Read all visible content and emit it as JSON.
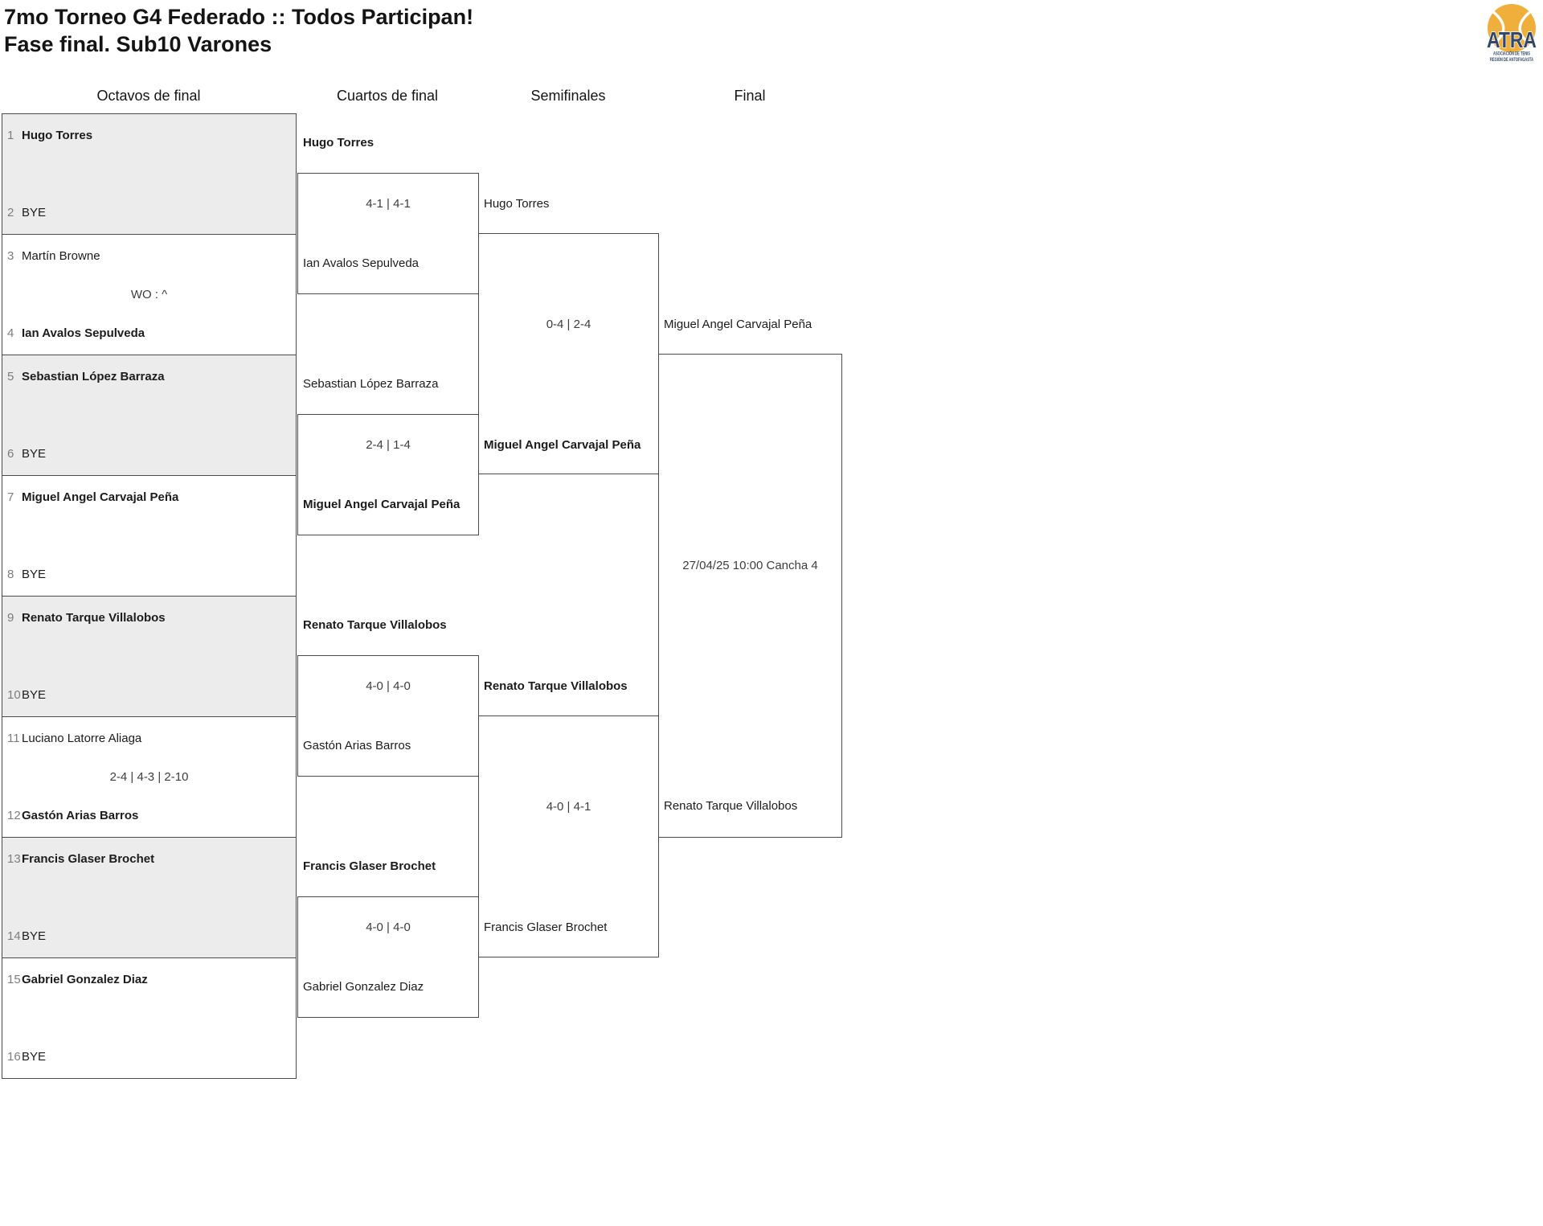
{
  "title": {
    "line1": "7mo Torneo G4 Federado :: Todos Participan!",
    "line2": "Fase final. Sub10 Varones"
  },
  "logo": {
    "acronym": "ATRA",
    "subtitle_line1": "ASOCIACIÓN DE TENIS",
    "subtitle_line2": "REGIÓN DE ANTOFAGASTA",
    "navy": "#31486B",
    "ball_orange": "#F0AF3A"
  },
  "colors": {
    "line": "#4a4a4a",
    "shaded_box_bg": "#ececec",
    "seed_gray": "#7d7d7d"
  },
  "round_headers": [
    "Octavos de final",
    "Cuartos de final",
    "Semifinales",
    "Final"
  ],
  "octavos": [
    {
      "seed": "1",
      "name": "Hugo Torres",
      "winner": true
    },
    {
      "seed": "2",
      "name": "BYE",
      "winner": false
    },
    {
      "seed": "3",
      "name": "Martín Browne",
      "winner": false
    },
    {
      "seed": "4",
      "name": "Ian Avalos Sepulveda",
      "winner": true
    },
    {
      "seed": "5",
      "name": "Sebastian López Barraza",
      "winner": true
    },
    {
      "seed": "6",
      "name": "BYE",
      "winner": false
    },
    {
      "seed": "7",
      "name": "Miguel Angel Carvajal Peña",
      "winner": true
    },
    {
      "seed": "8",
      "name": "BYE",
      "winner": false
    },
    {
      "seed": "9",
      "name": "Renato Tarque Villalobos",
      "winner": true
    },
    {
      "seed": "10",
      "name": "BYE",
      "winner": false
    },
    {
      "seed": "11",
      "name": "Luciano Latorre Aliaga",
      "winner": false
    },
    {
      "seed": "12",
      "name": "Gastón Arias Barros",
      "winner": true
    },
    {
      "seed": "13",
      "name": "Francis Glaser Brochet",
      "winner": true
    },
    {
      "seed": "14",
      "name": "BYE",
      "winner": false
    },
    {
      "seed": "15",
      "name": "Gabriel Gonzalez Diaz",
      "winner": true
    },
    {
      "seed": "16",
      "name": "BYE",
      "winner": false
    }
  ],
  "octavos_scores": {
    "match_3_4": "WO : ^",
    "match_11_12": "2-4 | 4-3 | 2-10"
  },
  "cuartos": [
    {
      "top": "Hugo Torres",
      "top_winner": true,
      "bottom": "Ian Avalos Sepulveda",
      "bottom_winner": false,
      "score": "4-1 | 4-1"
    },
    {
      "top": "Sebastian López Barraza",
      "top_winner": false,
      "bottom": "Miguel Angel Carvajal Peña",
      "bottom_winner": true,
      "score": "2-4 | 1-4"
    },
    {
      "top": "Renato Tarque Villalobos",
      "top_winner": true,
      "bottom": "Gastón Arias Barros",
      "bottom_winner": false,
      "score": "4-0 | 4-0"
    },
    {
      "top": "Francis Glaser Brochet",
      "top_winner": true,
      "bottom": "Gabriel Gonzalez Diaz",
      "bottom_winner": false,
      "score": "4-0 | 4-0"
    }
  ],
  "semifinales": [
    {
      "top": "Hugo Torres",
      "top_winner": false,
      "bottom": "Miguel Angel Carvajal Peña",
      "bottom_winner": true,
      "score": "0-4 | 2-4"
    },
    {
      "top": "Renato Tarque Villalobos",
      "top_winner": true,
      "bottom": "Francis Glaser Brochet",
      "bottom_winner": false,
      "score": "4-0 | 4-1"
    }
  ],
  "final": {
    "top": "Miguel Angel Carvajal Peña",
    "bottom": "Renato Tarque Villalobos",
    "schedule": "27/04/25 10:00 Cancha 4"
  }
}
